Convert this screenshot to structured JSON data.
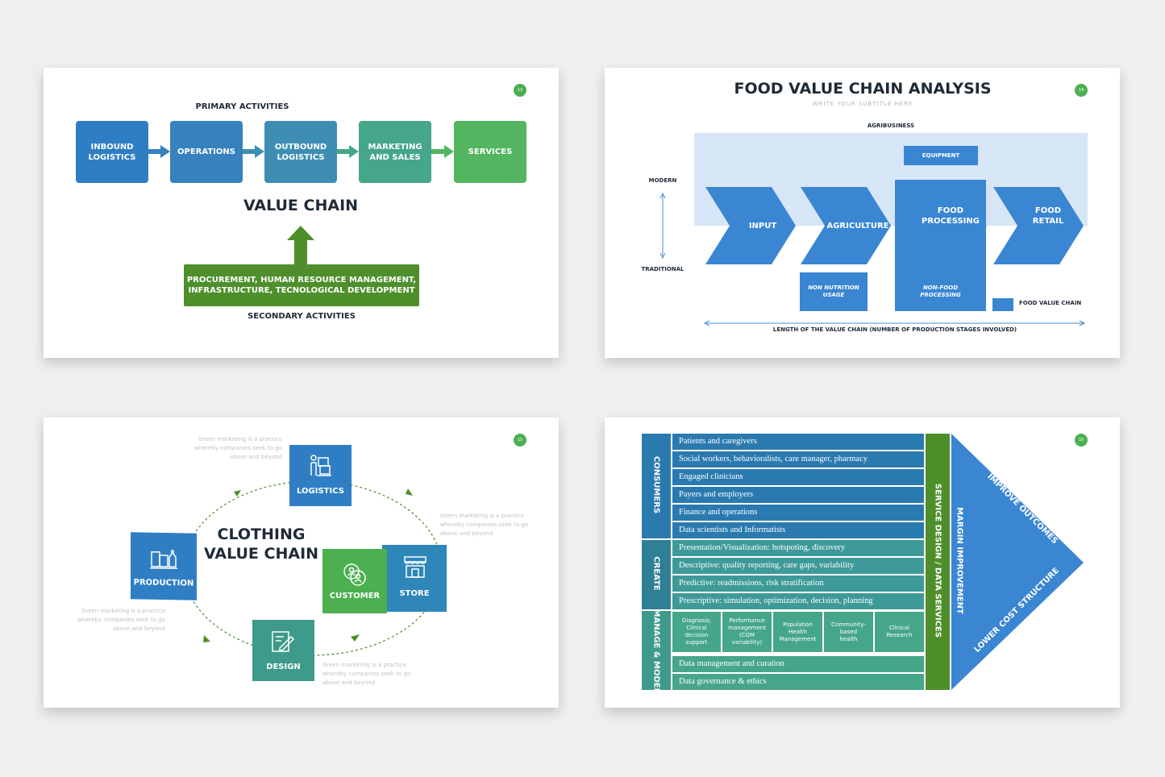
{
  "slide1": {
    "page_number": "13",
    "primary_title": "PRIMARY ACTIVITIES",
    "boxes": [
      {
        "label": "INBOUND\nLOGISTICS",
        "color": "#2f7ec4"
      },
      {
        "label": "OPERATIONS",
        "color": "#3681be"
      },
      {
        "label": "OUTBOUND\nLOGISTICS",
        "color": "#3e8eb4"
      },
      {
        "label": "MARKETING\nAND SALES",
        "color": "#46a68a"
      },
      {
        "label": "SERVICES",
        "color": "#53b560"
      }
    ],
    "title": "VALUE CHAIN",
    "secondary_box": "PROCUREMENT, HUMAN RESOURCE MANAGEMENT,\nINFRASTRUCTURE, TECNOLOGICAL DEVELOPMENT",
    "secondary_title": "SECONDARY ACTIVITIES",
    "secondary_color": "#4e8f2b"
  },
  "slide2": {
    "page_number": "14",
    "title": "FOOD VALUE CHAIN ANALYSIS",
    "subtitle": "WRITE YOUR SUBTITLE HERE",
    "band_label": "AGRIBUSINESS",
    "equipment": "EQUIPMENT",
    "axis_top": "MODERN",
    "axis_bottom": "TRADITIONAL",
    "chevrons": [
      "INPUT",
      "AGRICULTURE",
      "FOOD\nPROCESSING",
      "FOOD\nRETAIL"
    ],
    "non_nutrition": "NON NUTRITION\nUSAGE",
    "non_food": "NON-FOOD\nPROCESSING",
    "legend": "FOOD VALUE CHAIN",
    "x_axis": "LENGTH OF THE VALUE CHAIN (NUMBER OF PRODUCTION STAGES INVOLVED)",
    "colors": {
      "band": "#d7e6f6",
      "blue": "#3a86d2"
    }
  },
  "slide3": {
    "page_number": "15",
    "title": "CLOTHING\nVALUE CHAIN",
    "tiles": {
      "logistics": "LOGISTICS",
      "production": "PRODUCTION",
      "customer": "CUSTOMER",
      "store": "STORE",
      "design": "DESIGN"
    },
    "note": "Green marketing is a practice\nwhereby companies seek to go\nabove and beyond",
    "colors": {
      "blue": "#2f7ec4",
      "store": "#2f86b8",
      "green": "#4caf50",
      "teal": "#3e9a8a",
      "arrow": "#4e8f2b"
    }
  },
  "slide4": {
    "page_number": "16",
    "groups": [
      "CONSUMERS",
      "CREATE",
      "MANAGE & MODEL"
    ],
    "consumer_rows": [
      "Patients and caregivers",
      "Social workers, behavioralists, care manager, pharmacy",
      "Engaged clinicians",
      "Payers and employers",
      "Finance and operations",
      "Data scientists and Informatists"
    ],
    "create_rows": [
      "Presentation/Visualization: hotspoting, discovery",
      "Descriptive: quality reporting, care gaps, variability",
      "Predictive: readmissions, risk stratification",
      "Prescriptive: simulation, optimization, decision, planning"
    ],
    "cells": [
      "Diagnosis,\nClinical\ndecision\nsupport",
      "Performance\nmanagement\n(CQM\nvariability)",
      "Population\nHealth\nManagement",
      "Community-\nbased\nhealth",
      "Clinical\nResearch"
    ],
    "manage_rows": [
      "Data management and curation",
      "Data governance & ethics"
    ],
    "service_label": "SERVICE DESIGN / DATA SERVICES",
    "margin_label": "MARGIN IMPROVEMENT",
    "improve_label": "IMPROVE OUTCOMES",
    "lower_label": "LOWER COST STRUCTURE",
    "colors": {
      "blue": "#2a7ab0",
      "teal": "#3e9a98",
      "green": "#46a68a",
      "service": "#4e8f2b",
      "triangle": "#3a86d2"
    }
  }
}
